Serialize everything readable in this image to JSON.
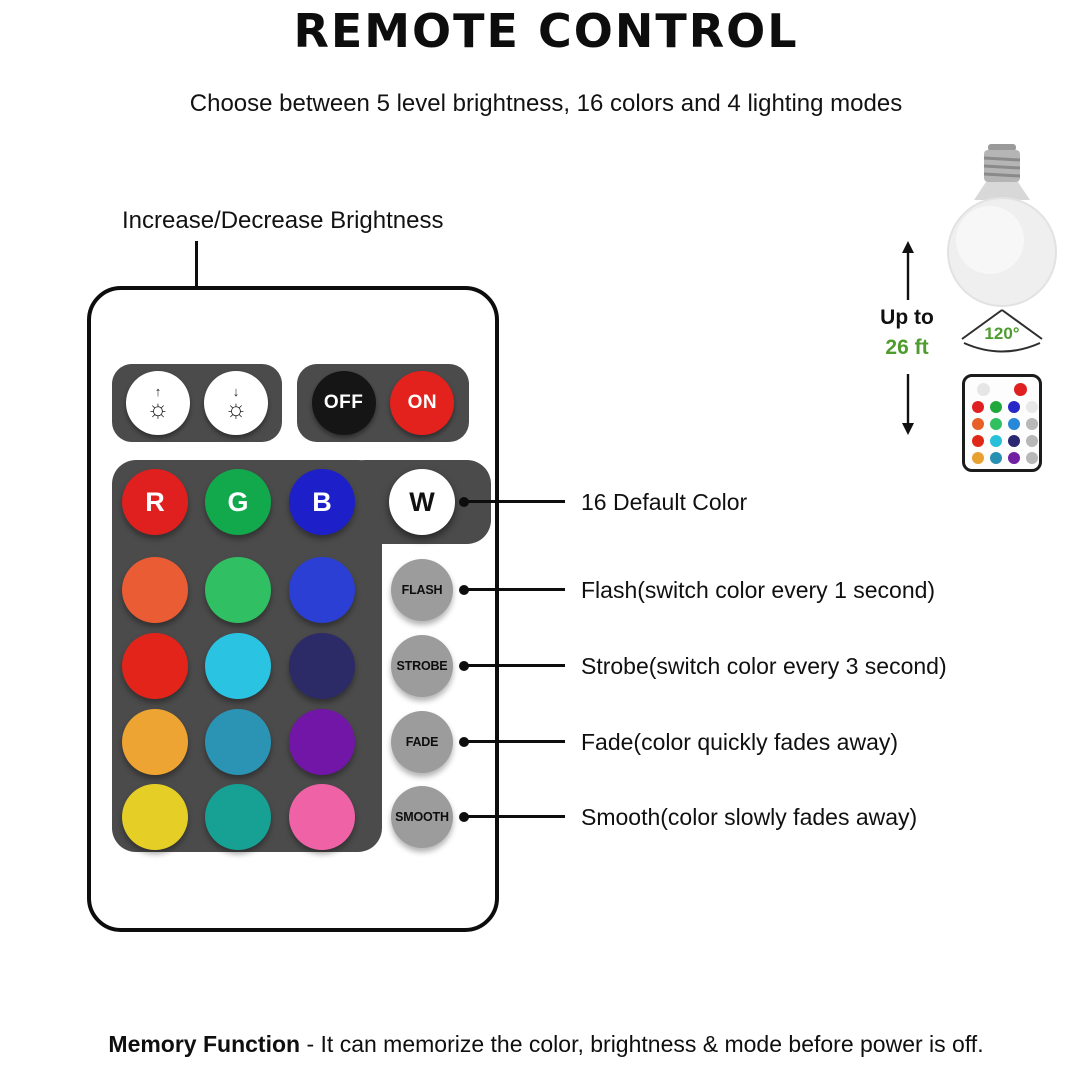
{
  "header": {
    "title": "REMOTE CONTROL",
    "subtitle": "Choose between 5 level brightness, 16 colors and 4 lighting modes"
  },
  "brightness_callout": "Increase/Decrease Brightness",
  "icons": {
    "brightness_up": "↑",
    "brightness_down": "↓",
    "sun": "☼"
  },
  "remote": {
    "power": {
      "off_label": "OFF",
      "on_label": "ON",
      "off_color": "#151515",
      "on_color": "#e3211d"
    },
    "rgbw": {
      "r": "R",
      "g": "G",
      "b": "B",
      "w": "W"
    },
    "swatch_rows": [
      {
        "c0": "#e01f1f",
        "c1": "#12a84c",
        "c2": "#1d1fc9"
      },
      {
        "c0": "#ea5c33",
        "c1": "#30bf62",
        "c2": "#2b3fd4"
      },
      {
        "c0": "#e3241a",
        "c1": "#2ac4e2",
        "c2": "#2d2a68"
      },
      {
        "c0": "#eea432",
        "c1": "#2b94b4",
        "c2": "#7116a6"
      },
      {
        "c0": "#e5cf26",
        "c1": "#17a094",
        "c2": "#ef62a6"
      }
    ],
    "modes": [
      "FLASH",
      "STROBE",
      "FADE",
      "SMOOTH"
    ]
  },
  "annotations": {
    "default_color": "16 Default Color",
    "flash": "Flash(switch color every 1 second)",
    "strobe": "Strobe(switch color every 3 second)",
    "fade": "Fade(color quickly fades away)",
    "smooth": "Smooth(color slowly fades away)"
  },
  "range_info": {
    "up_to": "Up to",
    "distance": "26 ft",
    "angle": "120°",
    "accent_green": "#4f9c2e"
  },
  "mini_remote": {
    "power_colors": [
      "#e6e6e6",
      "#e02020"
    ],
    "colors": [
      "#e02020",
      "#20a83c",
      "#2828c8",
      "#e8e8e8",
      "#e86028",
      "#30c060",
      "#2888d8",
      "#b8b8b8",
      "#e02818",
      "#28c0d8",
      "#2a2870",
      "#b8b8b8",
      "#e8a030",
      "#2890b0",
      "#7020a0",
      "#b8b8b8"
    ]
  },
  "footer": {
    "label": "Memory Function",
    "text": " - It can memorize the color, brightness & mode before power is off."
  }
}
